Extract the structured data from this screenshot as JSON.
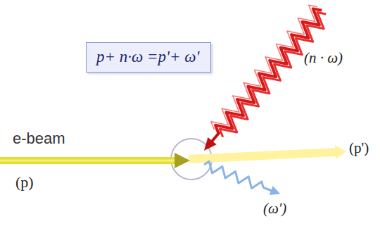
{
  "diagram": {
    "nodes": [
      {
        "text": [
          "p+ n·ω =p'+ ω'"
        ]
      }
    ],
    "labels": [
      "e-beam",
      "(p)",
      "(n · ω)",
      "(p')",
      "(ω')"
    ]
  }
}
